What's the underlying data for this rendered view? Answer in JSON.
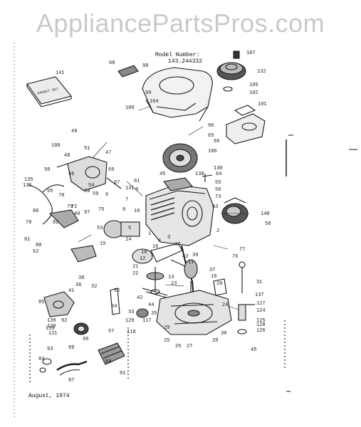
{
  "watermark": "AppliancePartsPros.com",
  "model": {
    "label": "Model Number:",
    "number": "143.244332"
  },
  "footer": {
    "date": "August, 1974",
    "page": "45"
  },
  "kit_label": "GASKET SET",
  "colors": {
    "ink": "#1a1a1a",
    "watermark": "#c9c9c9",
    "background": "#ffffff"
  },
  "callouts": [
    "1",
    "2",
    "3",
    "4",
    "5",
    "6",
    "7",
    "8",
    "9",
    "10",
    "11",
    "12",
    "13",
    "14",
    "15",
    "16",
    "17",
    "18",
    "19",
    "20",
    "21",
    "22",
    "23",
    "24",
    "25",
    "26",
    "27",
    "28",
    "29",
    "30",
    "31",
    "32",
    "33",
    "34",
    "35",
    "36",
    "37",
    "38",
    "39",
    "40",
    "41",
    "42",
    "43",
    "44",
    "45",
    "46",
    "47",
    "48",
    "49",
    "50",
    "51",
    "52",
    "53",
    "54",
    "55",
    "56",
    "57",
    "58",
    "59",
    "60",
    "61",
    "62",
    "63",
    "64",
    "65",
    "66",
    "67",
    "68",
    "69",
    "70",
    "72",
    "73",
    "75",
    "76",
    "77",
    "78",
    "79",
    "80",
    "81",
    "82",
    "83",
    "84",
    "85",
    "86",
    "87",
    "88",
    "89",
    "90",
    "91",
    "92",
    "93",
    "95",
    "96",
    "97",
    "98",
    "99",
    "101",
    "102",
    "104",
    "105",
    "106",
    "107",
    "108",
    "109",
    "117",
    "118",
    "119",
    "120",
    "121",
    "124",
    "125",
    "126",
    "127",
    "128",
    "129",
    "130",
    "131",
    "132",
    "135",
    "136",
    "137",
    "138",
    "139",
    "140",
    "141"
  ]
}
